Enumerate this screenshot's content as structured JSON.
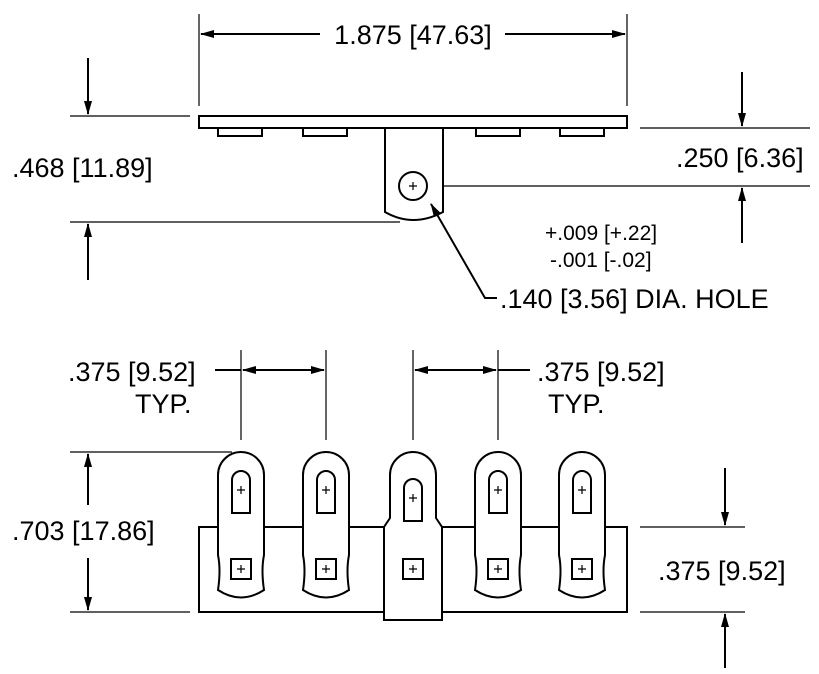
{
  "top_view": {
    "overall_length": "1.875 [47.63]",
    "overall_height": ".468 [11.89]",
    "hole_offset": ".250 [6.36]",
    "hole_tol_plus": "+.009 [+.22]",
    "hole_tol_minus": "-.001 [-.02]",
    "hole_callout": ".140 [3.56] DIA. HOLE"
  },
  "front_view": {
    "pitch_left": ".375 [9.52]",
    "pitch_left_note": "TYP.",
    "pitch_right": ".375 [9.52]",
    "pitch_right_note": "TYP.",
    "overall_height": ".703 [17.86]",
    "base_height": ".375 [9.52]",
    "terminal_count": 5
  }
}
